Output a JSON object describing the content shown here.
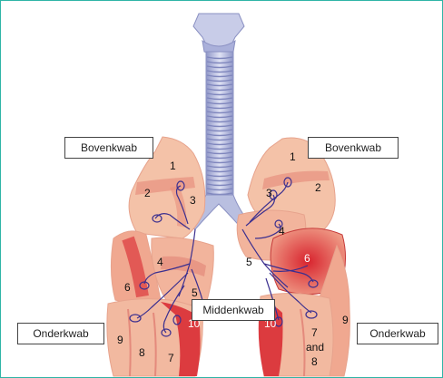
{
  "labels": {
    "upper_left": "Bovenkwab",
    "upper_right": "Bovenkwab",
    "middle": "Middenkwab",
    "lower_left": "Onderkwab",
    "lower_right": "Onderkwab"
  },
  "segments": {
    "left": [
      "1",
      "2",
      "3",
      "4",
      "5",
      "6",
      "10",
      "9",
      "8",
      "7"
    ],
    "right": [
      "1",
      "2",
      "3",
      "4",
      "5",
      "6",
      "10",
      "9"
    ],
    "right_lower_line1": "7",
    "right_lower_line2": "and",
    "right_lower_line3": "8"
  },
  "colors": {
    "frame": "#2fb5a6",
    "lung_light": "#f4c2a8",
    "lung_mid": "#e98f82",
    "lung_deep": "#d8242e",
    "trachea": "#b9bfe0",
    "bronchi_line": "#3b2f8f"
  }
}
